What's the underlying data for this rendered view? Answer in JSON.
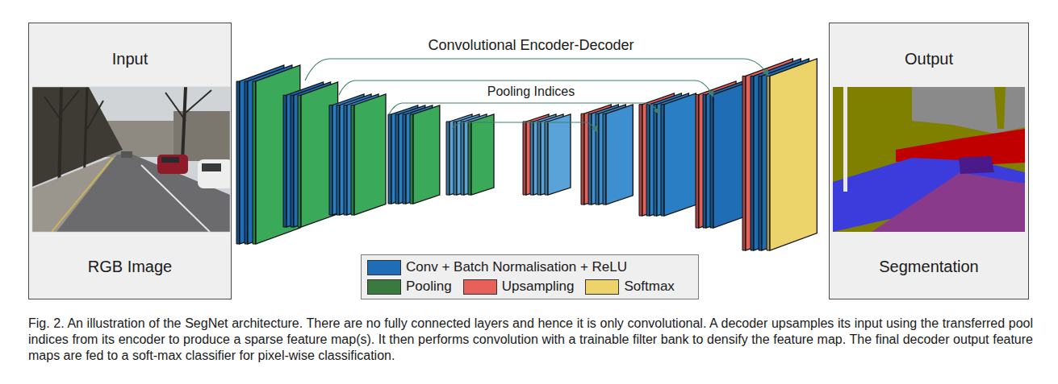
{
  "diagram": {
    "caption": "Fig. 2. An illustration of the SegNet architecture. There are no fully connected layers and hence it is only convolutional. A decoder upsamples its input using the transferred pool indices from its encoder to produce a sparse feature map(s). It then performs convolution with a trainable filter bank to densify the feature map. The final decoder output feature maps are fed to a soft-max classifier for pixel-wise classification.",
    "nodes": [
      {
        "text": [
          "Input",
          "RGB Image"
        ]
      },
      {
        "text": [
          "Output",
          "Segmentation"
        ]
      }
    ],
    "labels": [
      "Convolutional Encoder-Decoder",
      "Pooling Indices"
    ],
    "legend": [
      {
        "text": "Conv + Batch Normalisation + ReLU",
        "color": "#1f6db5"
      },
      {
        "text": "Pooling",
        "color": "#3b7a3f"
      },
      {
        "text": "Upsampling",
        "color": "#e8605a"
      },
      {
        "text": "Softmax",
        "color": "#ecd36a"
      }
    ]
  }
}
